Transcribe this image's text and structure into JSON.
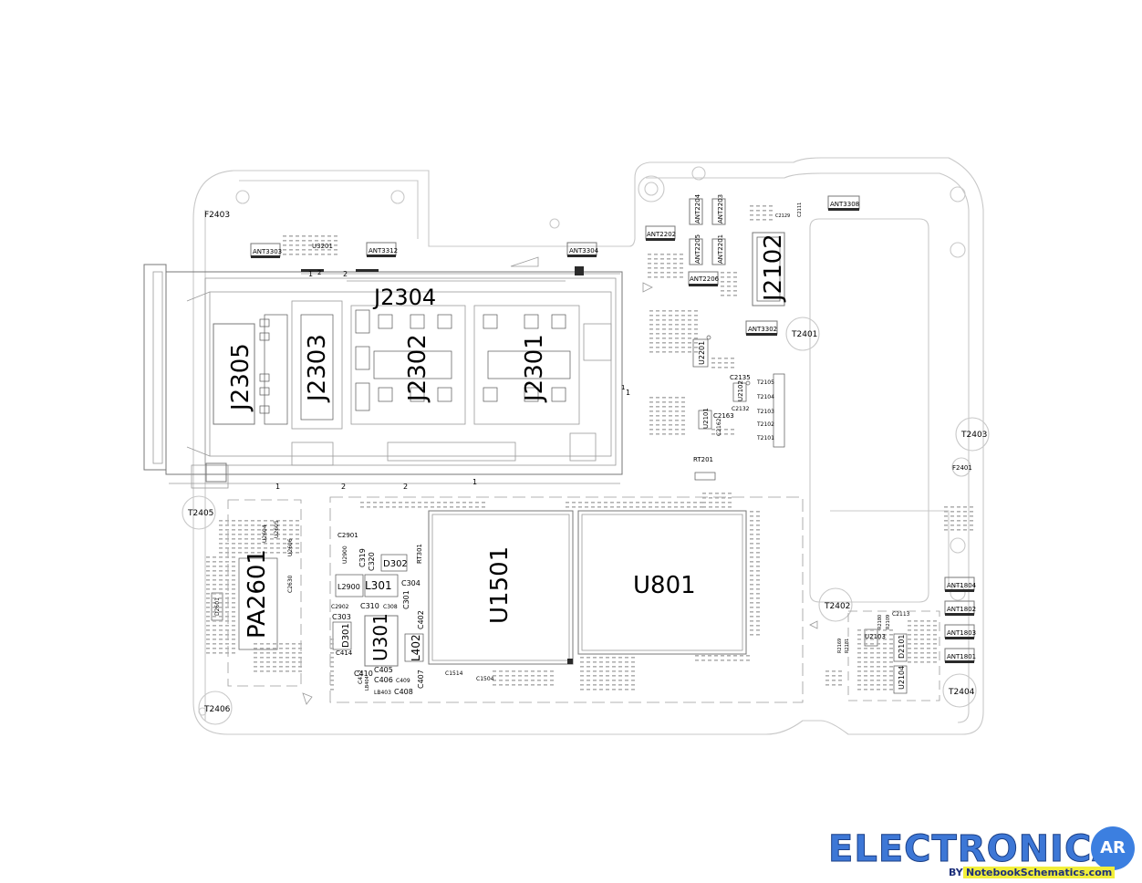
{
  "ref": {
    "F2403_tl": "F2403",
    "F2401": "F2401",
    "ANT3303": "ANT3303",
    "U3201": "U3201",
    "ANT3312": "ANT3312",
    "ANT3304": "ANT3304",
    "ANT2202": "ANT2202",
    "ANT2204": "ANT2204",
    "ANT2203": "ANT2203",
    "ANT2205": "ANT2205",
    "ANT2201": "ANT2201",
    "ANT2206": "ANT2206",
    "ANT3308": "ANT3308",
    "ANT3302": "ANT3302",
    "C2129": "C2129",
    "C2111": "C2111",
    "J2102": "J2102",
    "J2304": "J2304",
    "J2305": "J2305",
    "J2303": "J2303",
    "J2302": "J2302",
    "J2301": "J2301",
    "T2401": "T2401",
    "T2403": "T2403",
    "T2405": "T2405",
    "T2406": "T2406",
    "T2402": "T2402",
    "T2404": "T2404",
    "U2201": "U2201",
    "U2102": "U2102",
    "U2101": "U2101",
    "C2135": "C2135",
    "C2132": "C2132",
    "C2163": "C2163",
    "C2162": "C2162",
    "T2105": "T2105",
    "T2104": "T2104",
    "T2103": "T2103",
    "T2102": "T2102",
    "T2101": "T2101",
    "RT201": "RT201",
    "PA2601": "PA2601",
    "U2604": "U2604",
    "U2605": "U2605",
    "U2606": "U2606",
    "C2630": "C2630",
    "D2601": "D2601",
    "C2901": "C2901",
    "U2900": "U2900",
    "C319": "C319",
    "C320": "C320",
    "D302": "D302",
    "RT301": "RT301",
    "L2900": "L2900",
    "L301": "L301",
    "C304": "C304",
    "C2902": "C2902",
    "C310": "C310",
    "C308": "C308",
    "C301": "C301",
    "C402": "C402",
    "C303": "C303",
    "D301": "D301",
    "U301": "U301",
    "L402": "L402",
    "C414": "C414",
    "C405": "C405",
    "C410": "C410",
    "C406": "C406",
    "C409": "C409",
    "C407": "C407",
    "C408": "C408",
    "LB403": "LB403",
    "C412": "C412",
    "LB404": "LB404",
    "U1501": "U1501",
    "U801": "U801",
    "C1514": "C1514",
    "C1504": "C1504",
    "U2103": "U2103",
    "D2101": "D2101",
    "U2104": "U2104",
    "C2113": "C2113",
    "R2169": "R2169",
    "R2181": "R2181",
    "R2180": "R2180",
    "R2109": "R2109",
    "ANT1804": "ANT1804",
    "ANT1802": "ANT1802",
    "ANT1803": "ANT1803",
    "ANT1801": "ANT1801",
    "pin1_a": "1",
    "pin1_b": "1",
    "pin1_c": "1",
    "pin1_d": "1",
    "pin1_e": "1",
    "pin2_a": "2",
    "pin2_b": "2",
    "pin2_c": "2",
    "pin2_d": "2"
  },
  "brand": {
    "name": "ELECTRONICA",
    "badge": "AR",
    "by": "BY",
    "site": "NotebookSchematics.com"
  },
  "colors": {
    "outline": "#c8c8c8",
    "component": "#2a2a2a",
    "brand_blue": "#3d77d6",
    "site_highlight": "#f2ef3a"
  }
}
